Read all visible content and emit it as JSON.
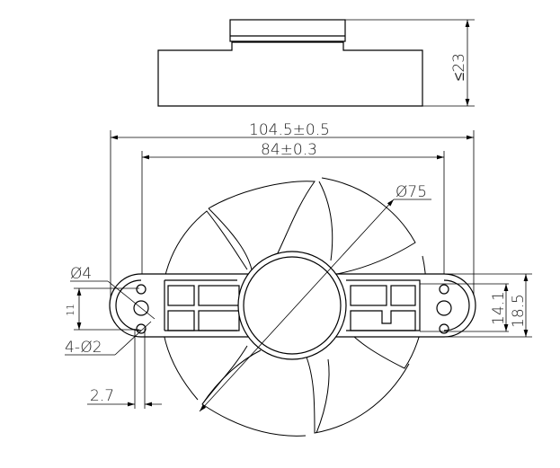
{
  "dimensions": {
    "height_max": "≤23",
    "overall_width": "104.5±0.5",
    "hole_spacing": "84±0.3",
    "fan_diameter": "Ø75",
    "center_hole": "Ø4",
    "hole_pitch_small": "11",
    "mount_holes": "4-Ø2",
    "hole_offset": "2.7",
    "inner_height": "14.1",
    "bracket_height": "18.5"
  }
}
